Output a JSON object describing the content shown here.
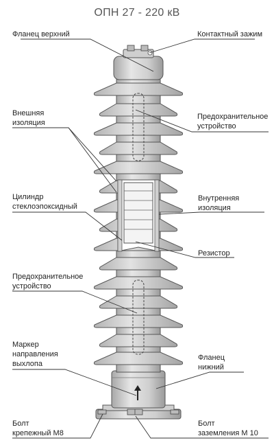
{
  "title": "ОПН 27 - 220 кВ",
  "labels": {
    "flange_top": "Фланец верхний",
    "contact_clamp": "Контактный зажим",
    "outer_insulation": "Внешняя\nизоляция",
    "fuse_top": "Предохранительное\nустройство",
    "glass_epoxy_cylinder": "Цилиндр\nстеклоэпоксидный",
    "inner_insulation": "Внутренняя\nизоляция",
    "resistor": "Резистор",
    "fuse_bottom": "Предохранительное\nустройство",
    "exhaust_marker": "Маркер\nнаправления\nвыхлопа",
    "flange_bottom": "Фланец\nнижний",
    "mounting_bolt": "Болт\nкрепежный М8",
    "ground_bolt": "Болт\nзаземления М 10"
  },
  "colors": {
    "body_fill": "#d8d8d8",
    "outline": "#555555",
    "leader": "#333333"
  }
}
